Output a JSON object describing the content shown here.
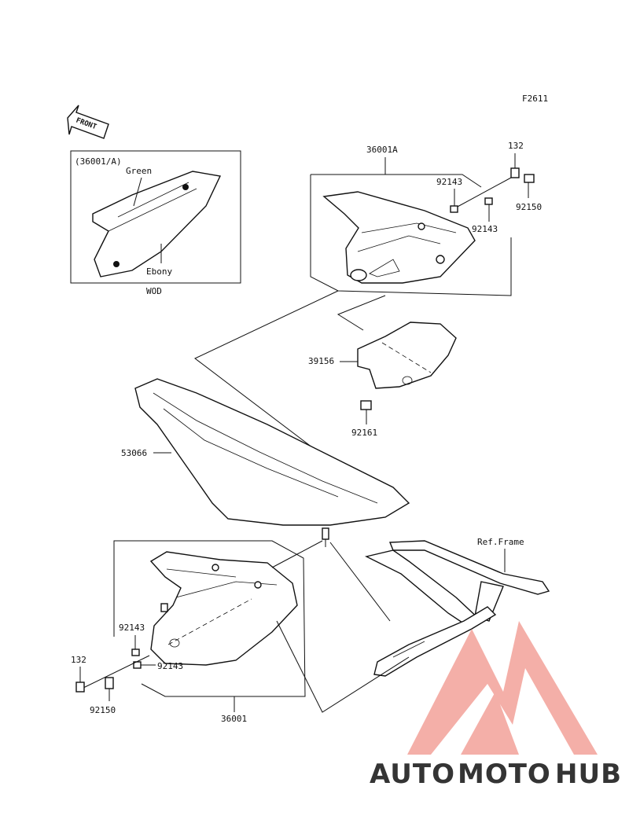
{
  "figure_code": "F2611",
  "front_arrow_label": "FRONT",
  "inset": {
    "title": "(36001/A)",
    "color_green": "Green",
    "color_ebony": "Ebony",
    "caption": "WOD"
  },
  "labels": {
    "p36001A": "36001A",
    "p132_top": "132",
    "p92143_a": "92143",
    "p92150_top": "92150",
    "p92143_b": "92143",
    "p39156": "39156",
    "p92161": "92161",
    "p53066": "53066",
    "ref_frame": "Ref.Frame",
    "p92143_c": "92143",
    "p92143_d": "92143",
    "p132_bottom": "132",
    "p92150_bottom": "92150",
    "p36001": "36001"
  },
  "watermark": {
    "part1": "AUTO",
    "part2": "MOTO",
    "part3": "HUB",
    "color1": "#f4b183",
    "color2": "#f08a80",
    "color3": "#8c8c8c",
    "mark_color": "#f3a29a"
  }
}
